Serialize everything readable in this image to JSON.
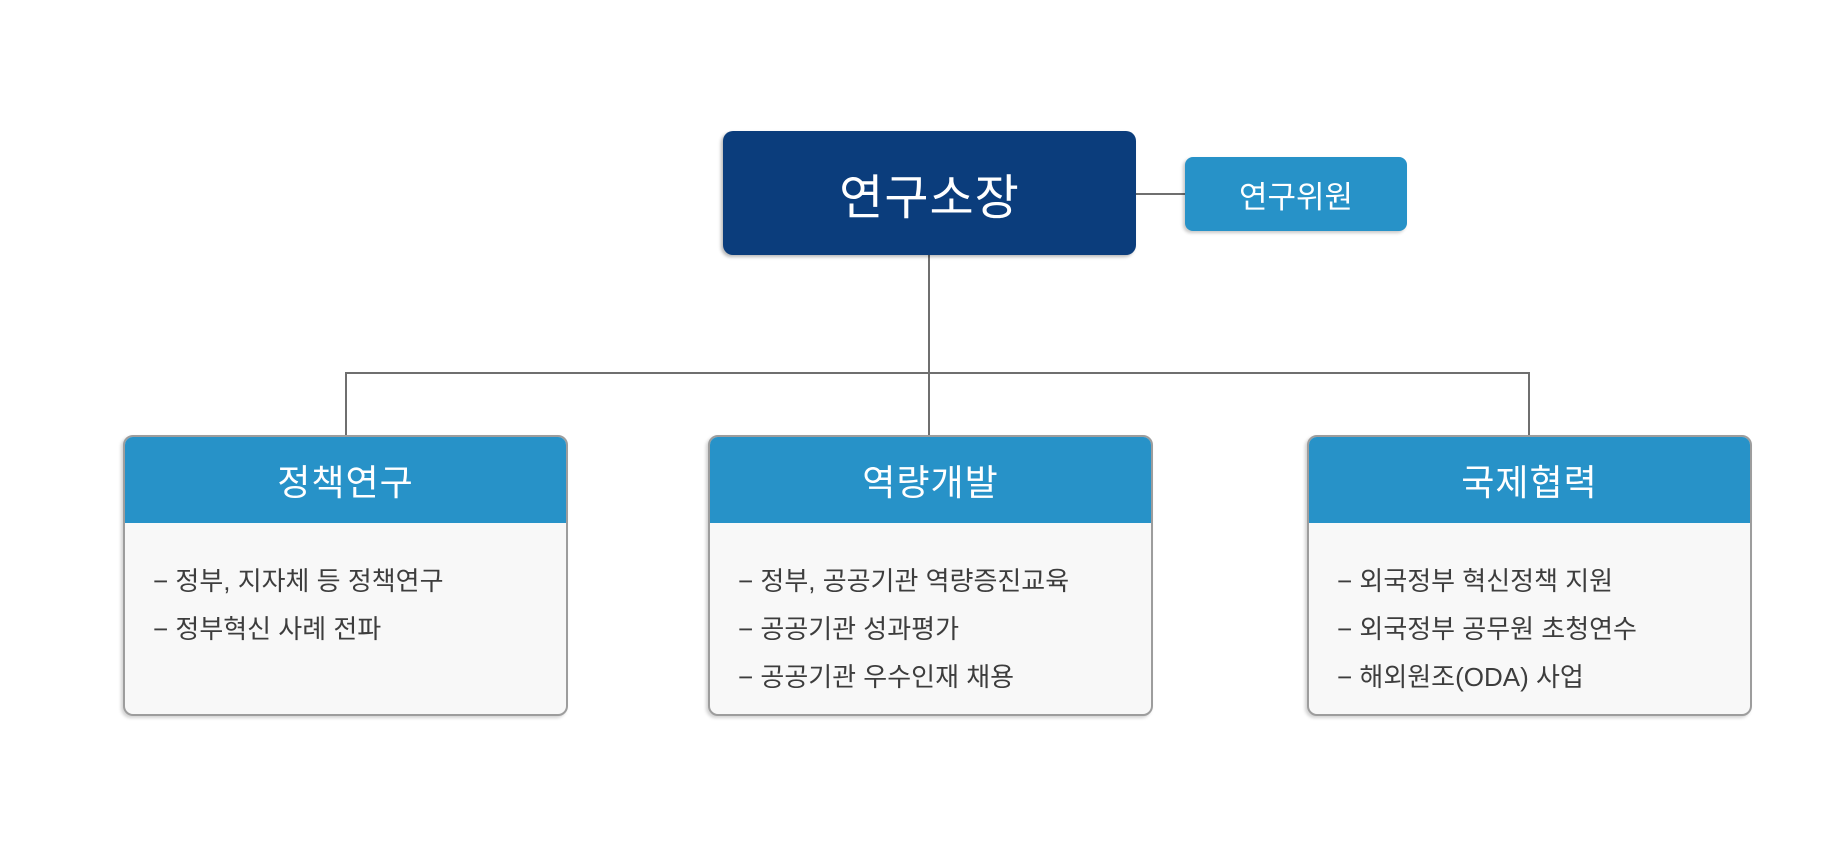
{
  "org_chart": {
    "root": {
      "label": "연구소장"
    },
    "fellow": {
      "label": "연구위원"
    },
    "departments": [
      {
        "title": "정책연구",
        "items": [
          "− 정부, 지자체 등 정책연구",
          "− 정부혁신 사례 전파"
        ]
      },
      {
        "title": "역량개발",
        "items": [
          "− 정부, 공공기관 역량증진교육",
          "− 공공기관 성과평가",
          "− 공공기관 우수인재 채용"
        ]
      },
      {
        "title": "국제협력",
        "items": [
          "− 외국정부 혁신정책 지원",
          "− 외국정부 공무원 초청연수",
          "− 해외원조(ODA) 사업"
        ]
      }
    ],
    "colors": {
      "root_bg": "#0b3d7c",
      "accent_bg": "#2792c8",
      "body_bg": "#f8f8f8",
      "connector": "#6f6f6f",
      "body_text": "#3d3d3d"
    }
  }
}
